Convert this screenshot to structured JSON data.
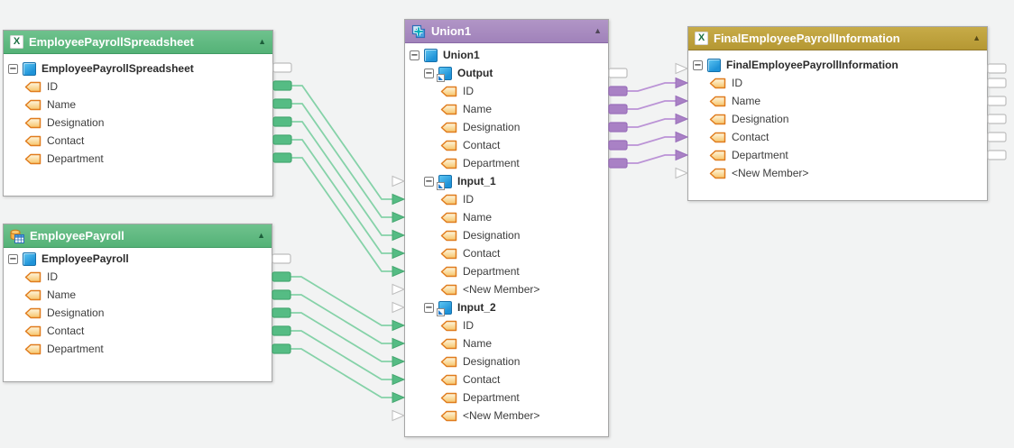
{
  "diagram": {
    "background": "#f2f3f3",
    "glyphs": {
      "minus": "−",
      "collapse_triangle": "▲",
      "excel_x": "X"
    },
    "boxes": {
      "spreadsheet": {
        "title": "EmployeePayrollSpreadsheet",
        "icon": "excel-file-icon",
        "header_color": "#5cb97c",
        "root": "EmployeePayrollSpreadsheet",
        "fields": [
          "ID",
          "Name",
          "Designation",
          "Contact",
          "Department"
        ]
      },
      "payroll": {
        "title": "EmployeePayroll",
        "icon": "database-table-icon",
        "header_color": "#5cb97c",
        "root": "EmployeePayroll",
        "fields": [
          "ID",
          "Name",
          "Designation",
          "Contact",
          "Department"
        ]
      },
      "union": {
        "title": "Union1",
        "icon": "union-component-icon",
        "header_color": "#aa8ac1",
        "root": "Union1",
        "groups": [
          {
            "name": "Output",
            "fields": [
              "ID",
              "Name",
              "Designation",
              "Contact",
              "Department"
            ]
          },
          {
            "name": "Input_1",
            "fields": [
              "ID",
              "Name",
              "Designation",
              "Contact",
              "Department",
              "<New Member>"
            ]
          },
          {
            "name": "Input_2",
            "fields": [
              "ID",
              "Name",
              "Designation",
              "Contact",
              "Department",
              "<New Member>"
            ]
          }
        ]
      },
      "final": {
        "title": "FinalEmployeePayrollInformation",
        "icon": "excel-file-icon",
        "header_color": "#bfa23b",
        "root": "FinalEmployeePayrollInformation",
        "fields": [
          "ID",
          "Name",
          "Designation",
          "Contact",
          "Department",
          "<New Member>"
        ]
      }
    },
    "connector_styles": {
      "green": {
        "line": "#85d2a8",
        "fill": "#55bc84",
        "edge": "#46a871"
      },
      "purple": {
        "line": "#bb93d6",
        "fill": "#a981c5",
        "edge": "#9a6fbb"
      }
    },
    "port_styles": {
      "fill": "#ffffff",
      "edge": "#bdbdbd"
    },
    "connections": [
      {
        "source": "spreadsheet",
        "target": "union.input1",
        "color": "green",
        "fields": [
          "ID",
          "Name",
          "Designation",
          "Contact",
          "Department"
        ]
      },
      {
        "source": "payroll",
        "target": "union.input2",
        "color": "green",
        "fields": [
          "ID",
          "Name",
          "Designation",
          "Contact",
          "Department"
        ]
      },
      {
        "source": "union.output",
        "target": "final",
        "color": "purple",
        "fields": [
          "ID",
          "Name",
          "Designation",
          "Contact",
          "Department"
        ]
      }
    ]
  }
}
